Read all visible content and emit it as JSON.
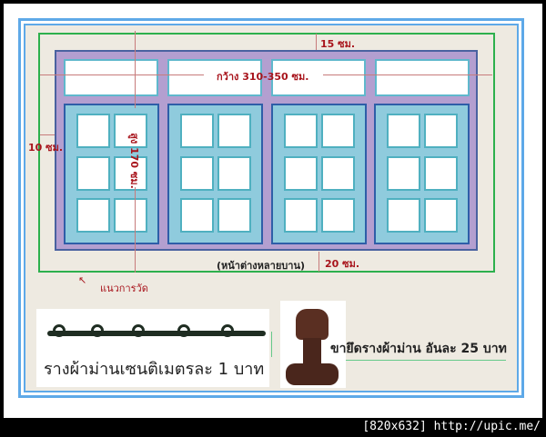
{
  "diagram": {
    "title_caption": "(หน้าต่างหลายบาน)",
    "measure_line_label": "แนวการวัด",
    "width_label": "กว้าง 310-350 ซม.",
    "height_label": "สูง 170 ซม.",
    "top_margin_label": "15 ซม.",
    "bottom_margin_label": "20 ซม.",
    "side_margin_label": "10 ซม.",
    "window_sections": 4,
    "panes_per_sash": 6
  },
  "products": {
    "rail": {
      "label": "รางผ้าม่านเซนติเมตรละ 1 บาท"
    },
    "bracket": {
      "label": "ขายึดรางผ้าม่าน อันละ 25 บาท"
    }
  },
  "footer": {
    "watermark": "[820x632] http://upic.me/"
  },
  "colors": {
    "outer_frame": "#5ea9e8",
    "background": "#eeeae1",
    "measure_line": "#2db04d",
    "window_frame": "#b39fd0",
    "sash": "#8fcbdd",
    "dimension_text": "#a8141c"
  }
}
